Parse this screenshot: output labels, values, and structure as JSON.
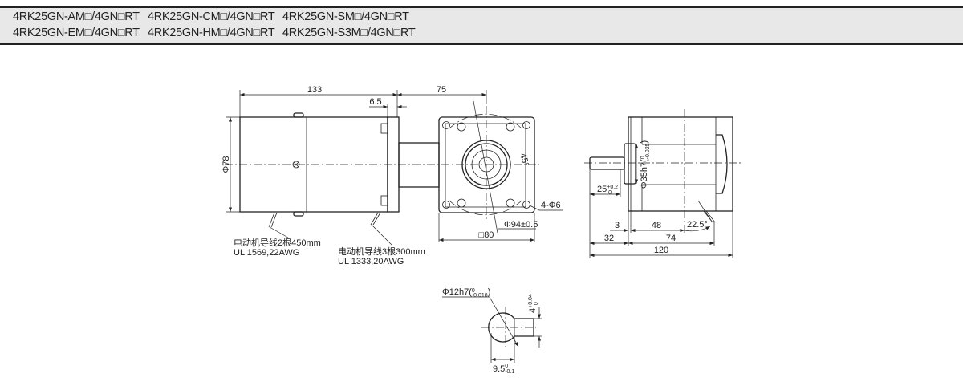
{
  "header": {
    "models": [
      [
        "4RK25GN-AM□/4GN□RT",
        "4RK25GN-EM□/4GN□RT"
      ],
      [
        "4RK25GN-CM□/4GN□RT",
        "4RK25GN-HM□/4GN□RT"
      ],
      [
        "4RK25GN-SM□/4GN□RT",
        "4RK25GN-S3M□/4GN□RT"
      ]
    ]
  },
  "side_view": {
    "dim_length": "133",
    "dim_gear": "75",
    "dim_flange": "6.5",
    "dim_diameter": "Φ78",
    "dim_square": "□80",
    "dim_pcd": "Φ94±0.5",
    "dim_holes": "4-Φ6",
    "dim_angle": "45°",
    "lead1_line1": "电动机导线2根450mm",
    "lead1_line2": "UL 1569,22AWG",
    "lead2_line1": "电动机导线3根300mm",
    "lead2_line2": "UL 1333,20AWG"
  },
  "end_view": {
    "dim_pilot": "Φ35h7",
    "dim_pilot_tol_upper": "0",
    "dim_pilot_tol_lower": "-0.025",
    "dim_shaft": "25",
    "dim_shaft_tol_upper": "+0.2",
    "dim_shaft_tol_lower": "0",
    "dim_3": "3",
    "dim_48": "48",
    "dim_angle": "22.5°",
    "dim_32": "32",
    "dim_74": "74",
    "dim_120": "120"
  },
  "shaft_section": {
    "dim_diameter": "Φ12h7",
    "dim_diameter_tol_upper": "0",
    "dim_diameter_tol_lower": "-0.018",
    "dim_key": "4",
    "dim_key_tol_upper": "+0.04",
    "dim_key_tol_lower": "0",
    "dim_flat": "9.5",
    "dim_flat_tol_upper": "0",
    "dim_flat_tol_lower": "-0.1"
  }
}
